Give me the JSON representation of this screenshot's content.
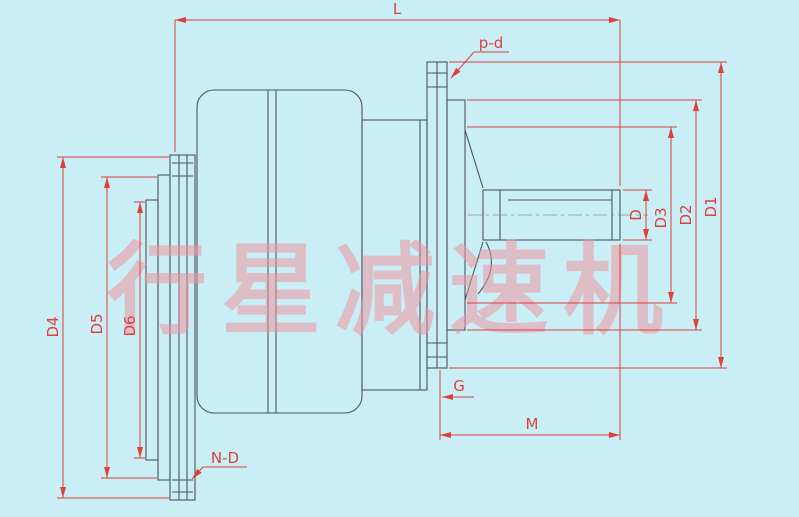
{
  "page": {
    "background": "#c9eef5"
  },
  "watermark": {
    "text": "行星减速机",
    "color": "#ef96a0"
  },
  "colors": {
    "outline": "#50535a",
    "dimension_red": "#e0403a"
  },
  "labels": {
    "total_length": "L",
    "mount_holes_output": "p-d",
    "shaft_dia": "D",
    "spigot_dia": "D3",
    "bolt_circle_dia": "D2",
    "flange_dia": "D1",
    "input_flange_dia": "D4",
    "input_bolt_circle_dia": "D5",
    "input_spigot_dia": "D6",
    "clearance": "G",
    "shaft_extension": "M",
    "mount_holes_input": "N-D"
  }
}
